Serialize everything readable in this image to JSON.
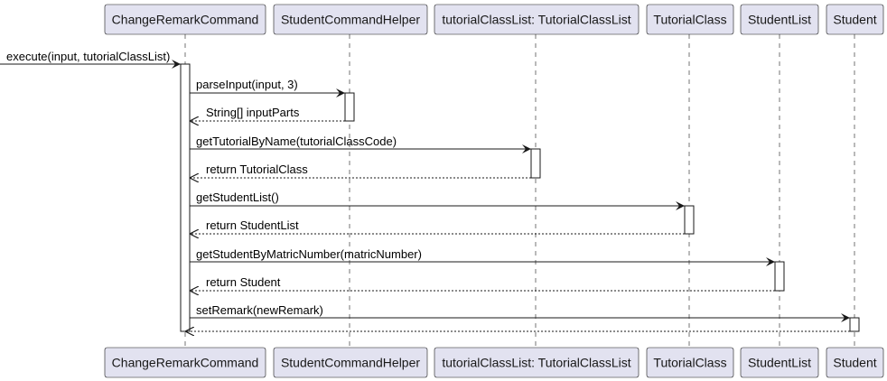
{
  "participants": [
    {
      "id": "crc",
      "label": "ChangeRemarkCommand"
    },
    {
      "id": "sch",
      "label": "StudentCommandHelper"
    },
    {
      "id": "tcl",
      "label": "tutorialClassList: TutorialClassList"
    },
    {
      "id": "tc",
      "label": "TutorialClass"
    },
    {
      "id": "sl",
      "label": "StudentList"
    },
    {
      "id": "st",
      "label": "Student"
    }
  ],
  "messages": [
    {
      "from": "external",
      "to": "crc",
      "label": "execute(input, tutorialClassList)",
      "kind": "call"
    },
    {
      "from": "crc",
      "to": "sch",
      "label": "parseInput(input, 3)",
      "kind": "call"
    },
    {
      "from": "sch",
      "to": "crc",
      "label": "String[] inputParts",
      "kind": "return"
    },
    {
      "from": "crc",
      "to": "tcl",
      "label": "getTutorialByName(tutorialClassCode)",
      "kind": "call"
    },
    {
      "from": "tcl",
      "to": "crc",
      "label": "return TutorialClass",
      "kind": "return"
    },
    {
      "from": "crc",
      "to": "tc",
      "label": "getStudentList()",
      "kind": "call"
    },
    {
      "from": "tc",
      "to": "crc",
      "label": "return StudentList",
      "kind": "return"
    },
    {
      "from": "crc",
      "to": "sl",
      "label": "getStudentByMatricNumber(matricNumber)",
      "kind": "call"
    },
    {
      "from": "sl",
      "to": "crc",
      "label": "return Student",
      "kind": "return"
    },
    {
      "from": "crc",
      "to": "st",
      "label": "setRemark(newRemark)",
      "kind": "call"
    },
    {
      "from": "st",
      "to": "crc",
      "label": "",
      "kind": "return"
    }
  ],
  "colors": {
    "participant_fill": "#E2E2F0",
    "participant_border": "#181818",
    "lifeline": "#181818",
    "activation_fill": "#FFFFFF",
    "arrow": "#181818",
    "text": "#000000"
  }
}
